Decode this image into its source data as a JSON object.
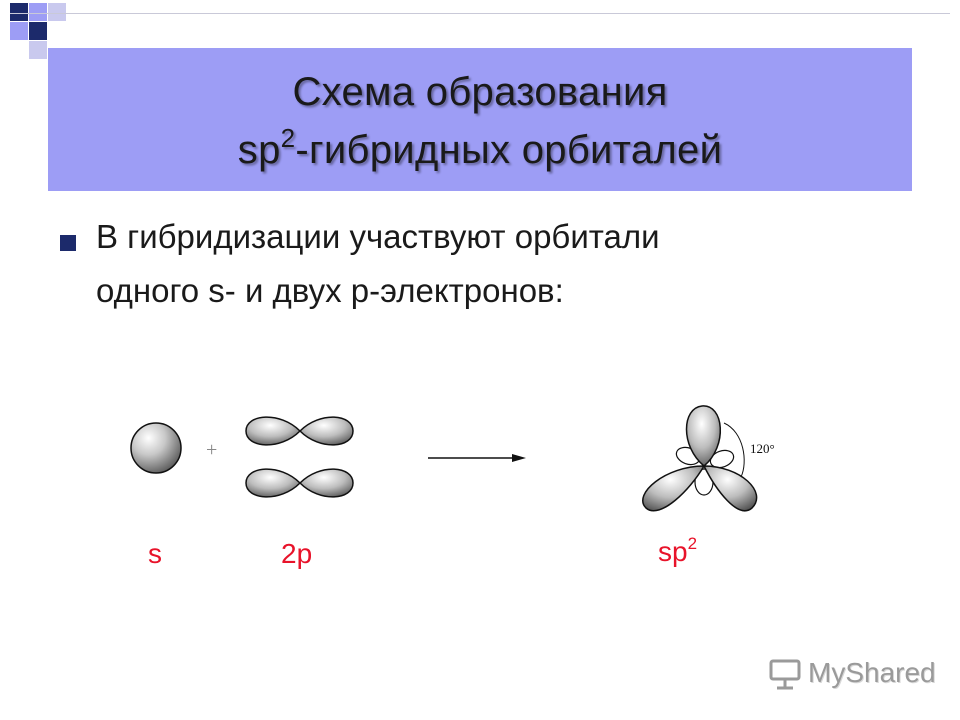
{
  "title": {
    "line1": "Схема образования",
    "line2_prefix": "sp",
    "line2_sup": "2",
    "line2_suffix": "-гибридных орбиталей"
  },
  "bullet": {
    "line1": "В гибридизации участвуют орбитали",
    "line2": "одного s- и двух p-электронов:"
  },
  "diagram": {
    "plus": "+",
    "angle": "120°",
    "label_s": "s",
    "label_2p": "2p",
    "label_sp": "sp",
    "label_sp_sup": "2"
  },
  "watermark": {
    "text": "MyShared"
  },
  "colors": {
    "title_bg": "#9d9df5",
    "label": "#e8132a",
    "bullet": "#1c2a6b"
  }
}
